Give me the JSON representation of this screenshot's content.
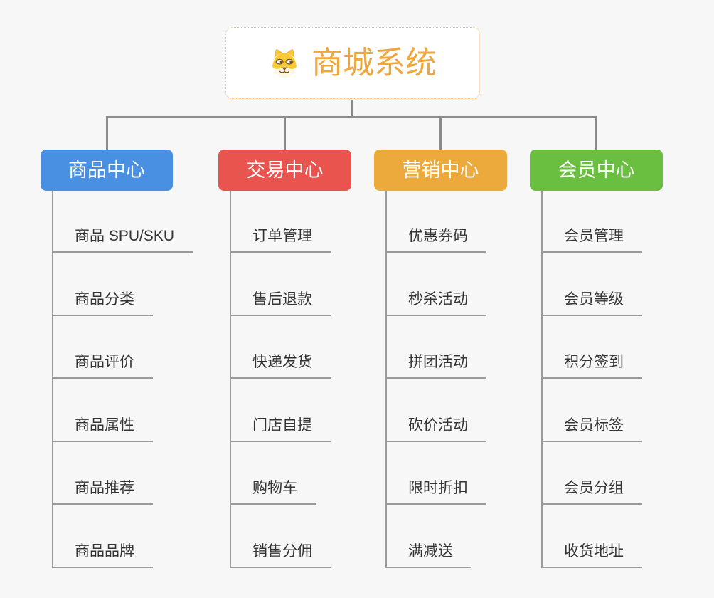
{
  "root": {
    "title": "商城系统",
    "icon": "dog-icon"
  },
  "colors": {
    "background": "#f7f7f7",
    "connector": "#8a8a8a",
    "leaf_line": "#9a9a9a",
    "leaf_text": "#333333",
    "root_text": "#efa63c",
    "root_border": "#f2c27e",
    "header_text": "#ffffff"
  },
  "branches": [
    {
      "label": "商品中心",
      "color": "#4a90e2",
      "children": [
        "商品 SPU/SKU",
        "商品分类",
        "商品评价",
        "商品属性",
        "商品推荐",
        "商品品牌"
      ]
    },
    {
      "label": "交易中心",
      "color": "#e9544f",
      "children": [
        "订单管理",
        "售后退款",
        "快递发货",
        "门店自提",
        "购物车",
        "销售分佣"
      ]
    },
    {
      "label": "营销中心",
      "color": "#edaa3c",
      "children": [
        "优惠券码",
        "秒杀活动",
        "拼团活动",
        "砍价活动",
        "限时折扣",
        "满减送"
      ]
    },
    {
      "label": "会员中心",
      "color": "#6abe40",
      "children": [
        "会员管理",
        "会员等级",
        "积分签到",
        "会员标签",
        "会员分组",
        "收货地址"
      ]
    }
  ]
}
